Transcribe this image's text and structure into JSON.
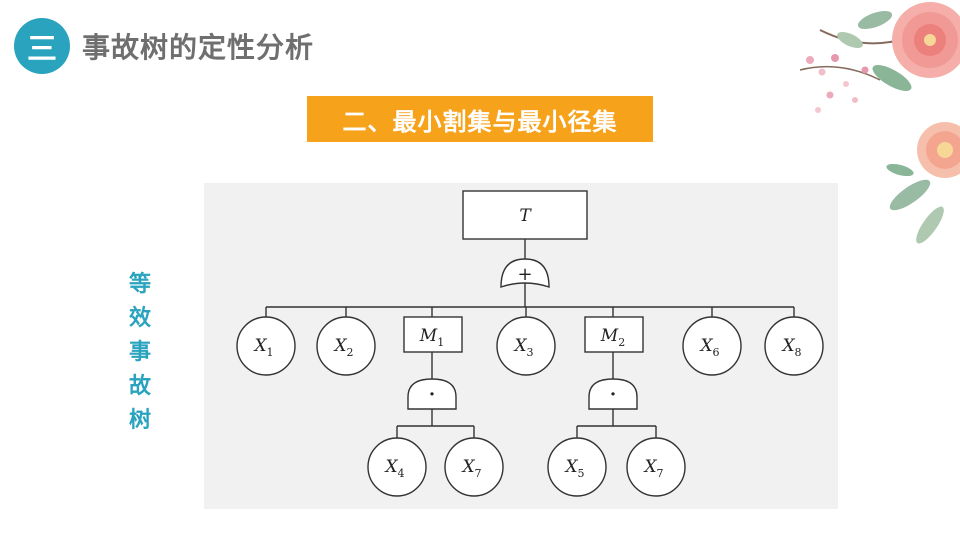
{
  "header": {
    "badge": "三",
    "title": "事故树的定性分析"
  },
  "subtitle": "二、最小割集与最小径集",
  "side_label": [
    "等",
    "效",
    "事",
    "故",
    "树"
  ],
  "colors": {
    "badge_bg": "#2aa3bf",
    "subtitle_bg": "#f7a21b",
    "side_label": "#2aa3bf",
    "diagram_bg": "#f1f1f1",
    "line": "#333333"
  },
  "decoration": {
    "icon": "peony-flowers-icon"
  },
  "tree": {
    "top": "T",
    "top_gate": "+",
    "children": [
      {
        "base": "X",
        "sub": "1"
      },
      {
        "base": "X",
        "sub": "2"
      },
      {
        "base": "M",
        "sub": "1",
        "gate": "·",
        "children": [
          {
            "base": "X",
            "sub": "4"
          },
          {
            "base": "X",
            "sub": "7"
          }
        ]
      },
      {
        "base": "X",
        "sub": "3"
      },
      {
        "base": "M",
        "sub": "2",
        "gate": "·",
        "children": [
          {
            "base": "X",
            "sub": "5"
          },
          {
            "base": "X",
            "sub": "7"
          }
        ]
      },
      {
        "base": "X",
        "sub": "6"
      },
      {
        "base": "X",
        "sub": "8"
      }
    ]
  }
}
